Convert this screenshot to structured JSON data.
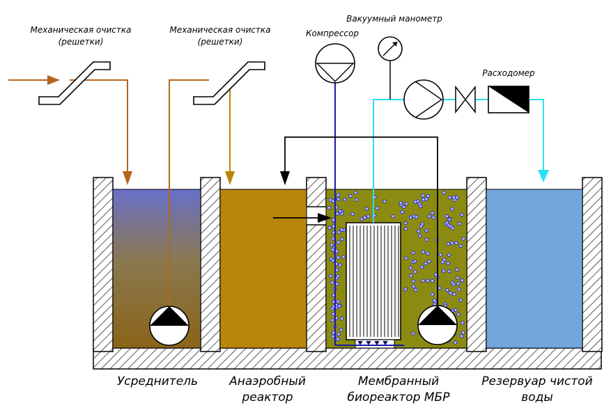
{
  "labels": {
    "screen1_line1": "Механическая очистка",
    "screen1_line2": "(решетки)",
    "screen2_line1": "Механическая очистка",
    "screen2_line2": "(решетки)",
    "compressor": "Компрессор",
    "vacuum_gauge": "Вакуумный манометр",
    "flowmeter": "Расходомер"
  },
  "tanks": {
    "equalizer": "Усреднитель",
    "anaerobic_line1": "Анаэробный",
    "anaerobic_line2": "реактор",
    "mbr_line1": "Мембранный",
    "mbr_line2": "биореактор МБР",
    "clean_line1": "Резервуар чистой",
    "clean_line2": "воды"
  },
  "colors": {
    "raw_water_line": "#b5651d",
    "anaerobic_line": "#b8860b",
    "anaerobic_fill": "#b8860b",
    "mbr_fill": "#8b8b12",
    "clean_water_fill": "#72a7dd",
    "air_line": "#1a1aaa",
    "permeate_line": "#28e0f0",
    "bubble": "#2a2ad0",
    "equalizer_top": "#6870c8",
    "equalizer_bottom": "#8a6418"
  }
}
